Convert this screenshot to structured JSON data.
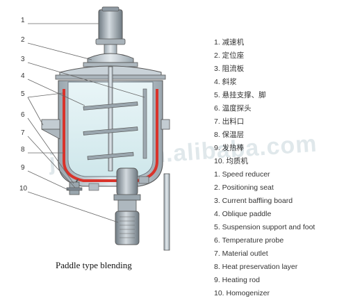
{
  "caption": "Paddle type blending",
  "watermark": "jutaojx.en.alibaba.com",
  "callouts": [
    "1",
    "2",
    "3",
    "4",
    "5",
    "6",
    "7",
    "8",
    "9",
    "10"
  ],
  "legend_cn": [
    "1. 减速机",
    "2. 定位座",
    "3. 阻流板",
    "4. 斜浆",
    "5. 悬挂支撑、脚",
    "6. 温度探头",
    "7. 出料口",
    "8. 保温层",
    "9. 发热棒",
    "10. 均质机"
  ],
  "legend_en": [
    "1. Speed reducer",
    "2. Positioning seat",
    "3. Current baffling board",
    "4. Oblique paddle",
    "5. Suspension support and foot",
    "6. Temperature probe",
    "7. Material outlet",
    "8. Heat preservation layer",
    "9. Heating rod",
    "10. Homogenizer"
  ],
  "colors": {
    "steel": "#b9c4cc",
    "liquid": "#dff0f2",
    "heating_layer": "#d9332b",
    "line": "#555555",
    "motor": "#8f9aa3"
  }
}
